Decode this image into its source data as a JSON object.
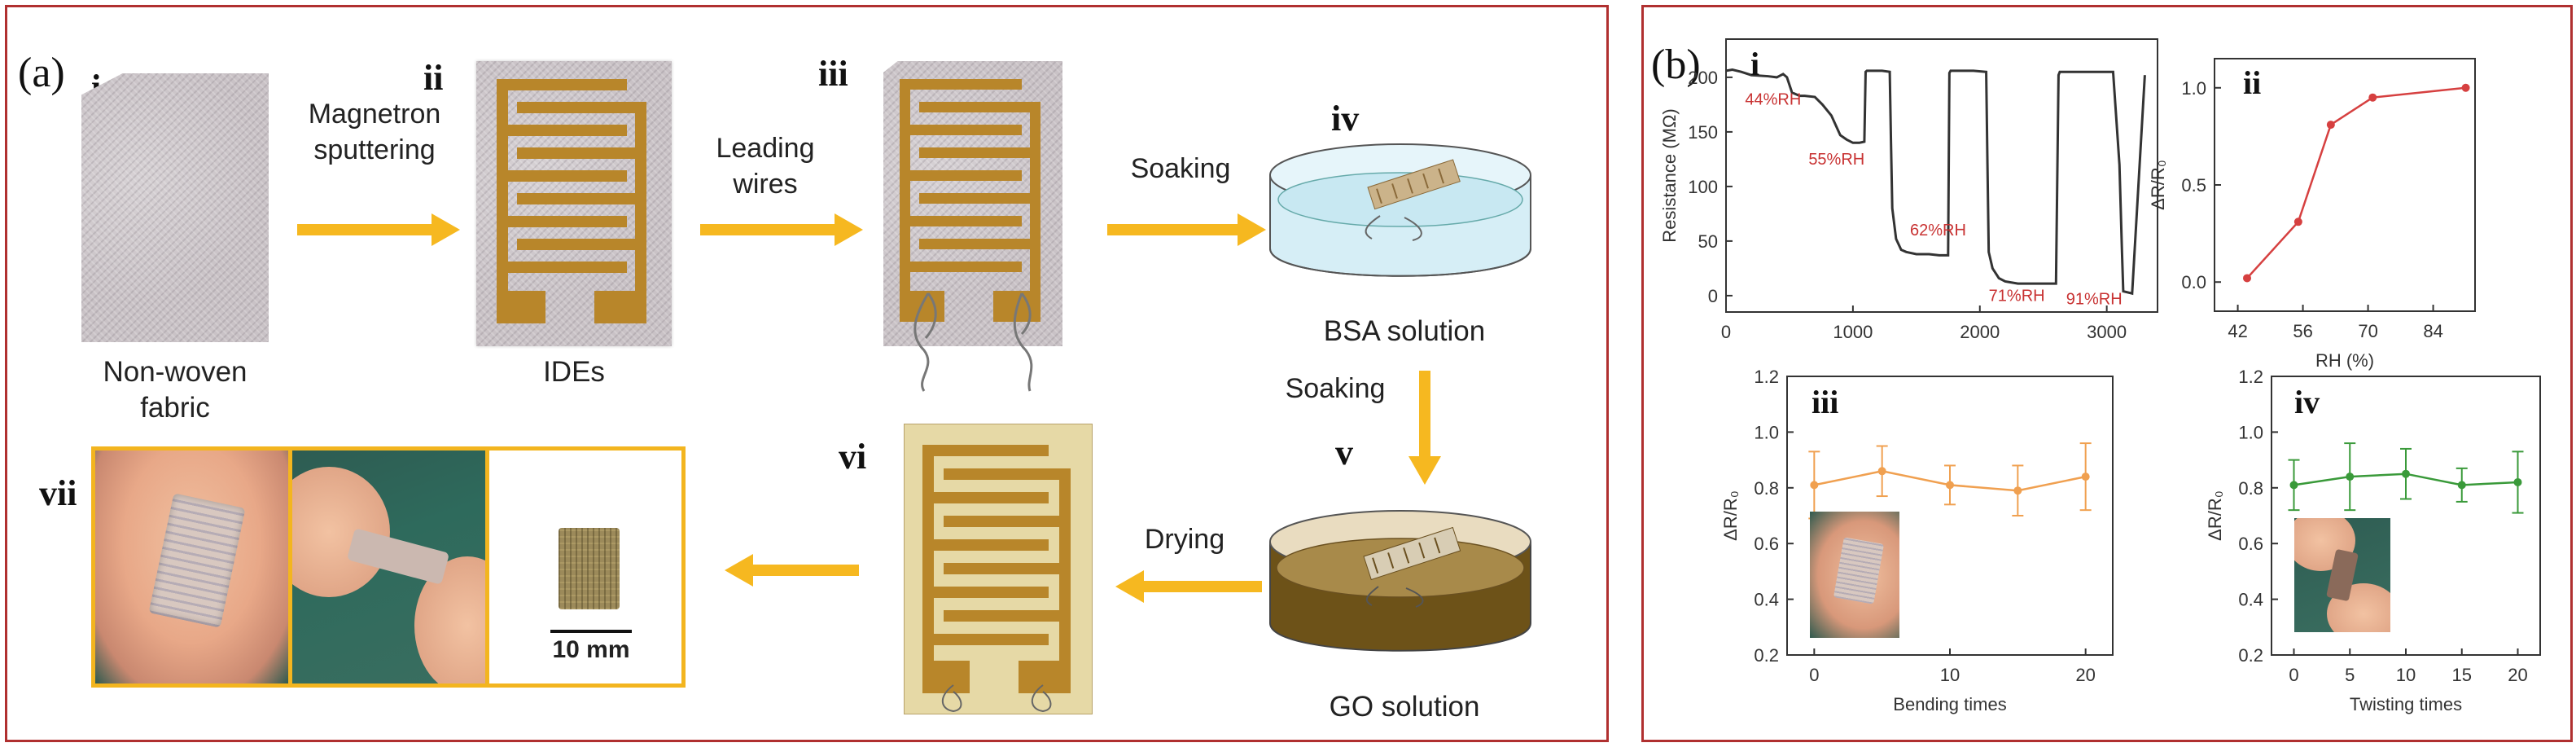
{
  "panel_a": {
    "label": "(a)",
    "steps": {
      "i": "i",
      "ii": "ii",
      "iii": "iii",
      "iv": "iv",
      "v": "v",
      "vi": "vi",
      "vii": "vii"
    },
    "captions": {
      "fabric_line1": "Non-woven",
      "fabric_line2": "fabric",
      "ides": "IDEs",
      "bsa": "BSA solution",
      "go": "GO solution"
    },
    "arrows": {
      "magnetron_line1": "Magnetron",
      "magnetron_line2": "sputtering",
      "leading_line1": "Leading",
      "leading_line2": "wires",
      "soaking1": "Soaking",
      "soaking2": "Soaking",
      "drying": "Drying"
    },
    "scale_bar": "10 mm",
    "colors": {
      "electrode": "#b8862a",
      "arrow": "#f6b820",
      "frame": "#f3b51f",
      "border": "#b03030"
    }
  },
  "panel_b": {
    "label": "(b)",
    "sub_i": "i",
    "sub_ii": "ii",
    "sub_iii": "iii",
    "sub_iv": "iv",
    "rh_labels": [
      "44%RH",
      "55%RH",
      "62%RH",
      "71%RH",
      "91%RH"
    ]
  },
  "chart_data": [
    {
      "type": "line",
      "id": "i",
      "ylabel": "Resistance (MΩ)",
      "xlabel": "",
      "xlim": [
        0,
        3400
      ],
      "ylim": [
        -15,
        235
      ],
      "xticks": [
        0,
        1000,
        2000,
        3000
      ],
      "yticks": [
        0,
        50,
        100,
        150,
        200
      ],
      "color": "#333333",
      "x": [
        0,
        50,
        120,
        200,
        330,
        400,
        450,
        480,
        520,
        580,
        620,
        700,
        760,
        830,
        900,
        950,
        1000,
        1050,
        1090,
        1100,
        1110,
        1150,
        1230,
        1290,
        1300,
        1310,
        1340,
        1380,
        1420,
        1500,
        1600,
        1680,
        1750,
        1760,
        1770,
        1800,
        1850,
        1950,
        2050,
        2060,
        2070,
        2100,
        2150,
        2200,
        2300,
        2400,
        2500,
        2600,
        2620,
        2630,
        2660,
        2700,
        2800,
        2900,
        3050,
        3100,
        3120,
        3130,
        3200,
        3300
      ],
      "y": [
        206,
        207,
        205,
        202,
        201,
        200,
        203,
        200,
        186,
        183,
        183,
        182,
        175,
        165,
        147,
        143,
        140,
        140,
        141,
        205,
        206,
        206,
        206,
        205,
        140,
        80,
        52,
        42,
        40,
        38,
        38,
        37,
        37,
        204,
        206,
        206,
        206,
        206,
        205,
        120,
        40,
        25,
        16,
        13,
        11,
        11,
        11,
        11,
        202,
        205,
        205,
        205,
        205,
        205,
        205,
        120,
        40,
        4,
        2,
        202
      ]
    },
    {
      "type": "line",
      "id": "ii",
      "xlabel": "RH (%)",
      "ylabel": "ΔR/R₀",
      "xlim": [
        37,
        93
      ],
      "ylim": [
        -0.15,
        1.15
      ],
      "xticks": [
        42,
        56,
        70,
        84
      ],
      "yticks": [
        0.0,
        0.5,
        1.0
      ],
      "color": "#d64040",
      "x": [
        44,
        55,
        62,
        71,
        91
      ],
      "y": [
        0.02,
        0.31,
        0.81,
        0.95,
        1.0
      ]
    },
    {
      "type": "line",
      "id": "iii",
      "xlabel": "Bending times",
      "ylabel": "ΔR/R₀",
      "xlim": [
        -2,
        22
      ],
      "ylim": [
        0.2,
        1.2
      ],
      "xticks": [
        0,
        10,
        20
      ],
      "yticks": [
        0.2,
        0.4,
        0.6,
        0.8,
        1.0,
        1.2
      ],
      "color": "#f0a050",
      "x": [
        0,
        5,
        10,
        15,
        20
      ],
      "y": [
        0.81,
        0.86,
        0.81,
        0.79,
        0.84
      ],
      "err": [
        0.12,
        0.09,
        0.07,
        0.09,
        0.12
      ]
    },
    {
      "type": "line",
      "id": "iv",
      "xlabel": "Twisting times",
      "ylabel": "ΔR/R₀",
      "xlim": [
        -2,
        22
      ],
      "ylim": [
        0.2,
        1.2
      ],
      "xticks": [
        0,
        5,
        10,
        15,
        20
      ],
      "yticks": [
        0.2,
        0.4,
        0.6,
        0.8,
        1.0,
        1.2
      ],
      "color": "#3a9a3a",
      "x": [
        0,
        5,
        10,
        15,
        20
      ],
      "y": [
        0.81,
        0.84,
        0.85,
        0.81,
        0.82
      ],
      "err": [
        0.09,
        0.12,
        0.09,
        0.06,
        0.11
      ]
    }
  ]
}
